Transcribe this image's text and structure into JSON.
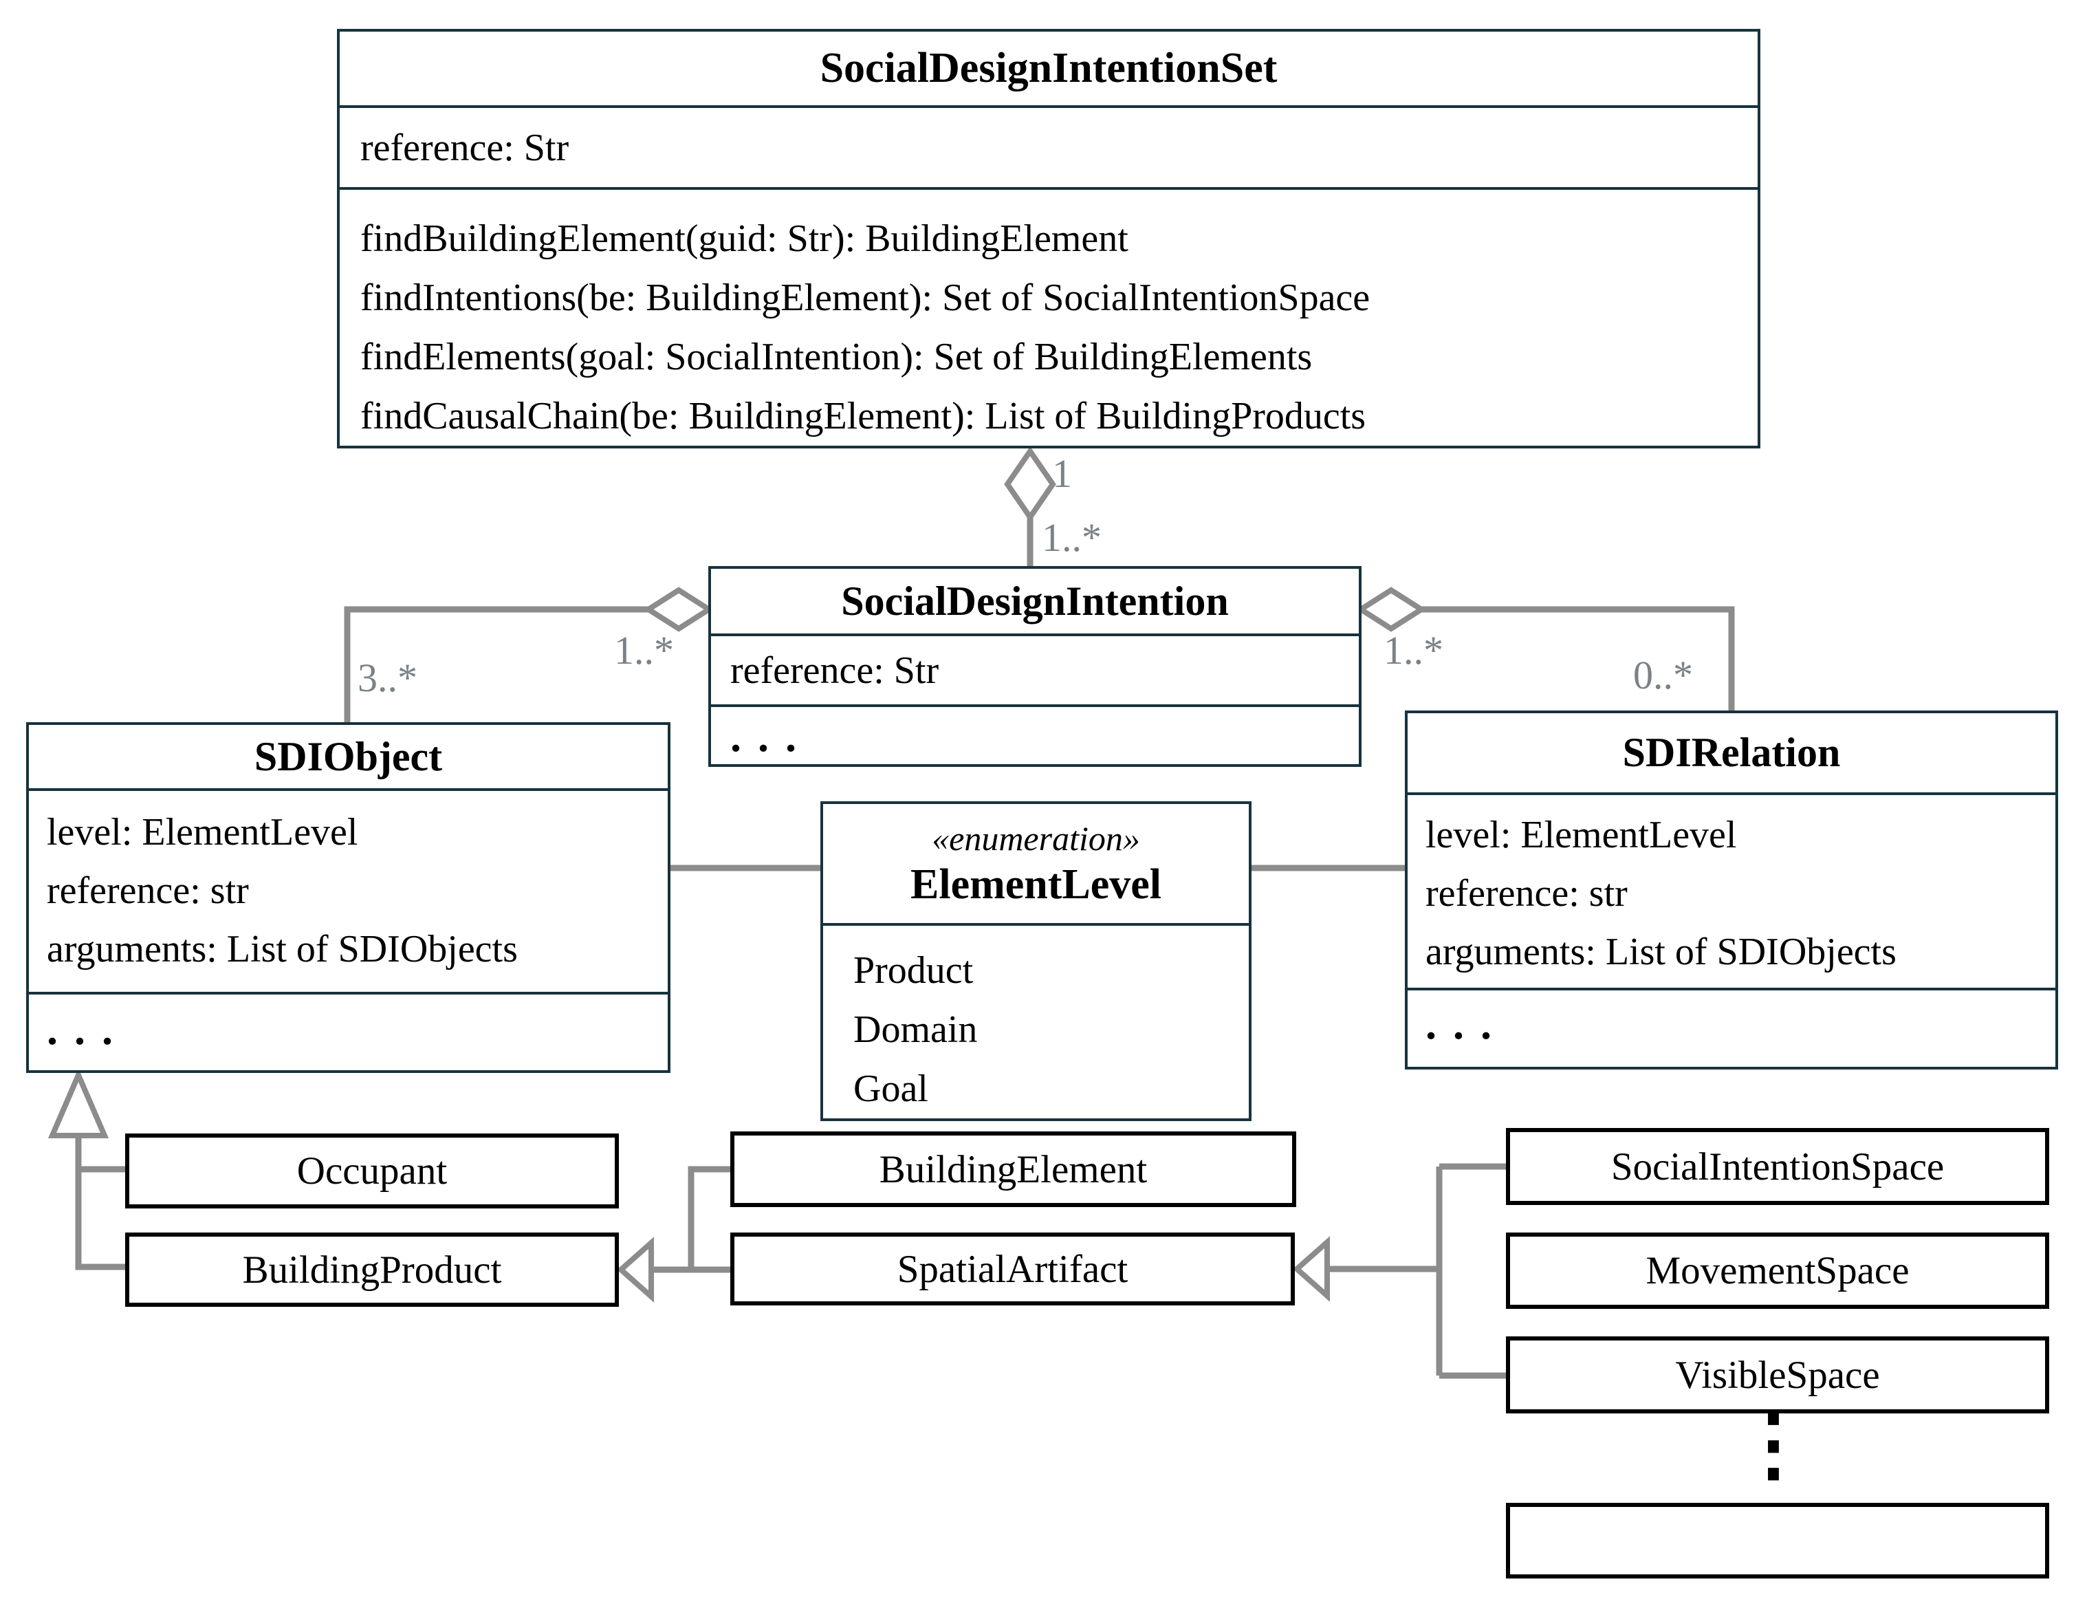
{
  "colors": {
    "class_border": "#17333d",
    "simple_border": "#000000",
    "connector_gray": "#8c8c8c",
    "multiplicity_gray": "#7a8288",
    "background": "#ffffff",
    "text": "#000000"
  },
  "classes": {
    "set": {
      "name": "SocialDesignIntentionSet",
      "attributes": [
        "reference: Str"
      ],
      "methods": [
        "findBuildingElement(guid: Str): BuildingElement",
        "findIntentions(be: BuildingElement): Set of SocialIntentionSpace",
        "findElements(goal: SocialIntention): Set of BuildingElements",
        "findCausalChain(be: BuildingElement): List of BuildingProducts"
      ]
    },
    "intention": {
      "name": "SocialDesignIntention",
      "attributes": [
        "reference: Str"
      ],
      "methods_ellipsis": "..."
    },
    "sdi_object": {
      "name": "SDIObject",
      "attributes": [
        "level: ElementLevel",
        "reference: str",
        "arguments: List of SDIObjects"
      ],
      "methods_ellipsis": "..."
    },
    "element_level": {
      "stereotype": "«enumeration»",
      "name": "ElementLevel",
      "literals": [
        "Product",
        "Domain",
        "Goal"
      ]
    },
    "sdi_relation": {
      "name": "SDIRelation",
      "attributes": [
        "level: ElementLevel",
        "reference: str",
        "arguments: List of SDIObjects"
      ],
      "methods_ellipsis": "..."
    }
  },
  "subclasses": {
    "occupant": "Occupant",
    "building_product": "BuildingProduct",
    "building_element": "BuildingElement",
    "spatial_artifact": "SpatialArtifact",
    "social_intention_space": "SocialIntentionSpace",
    "movement_space": "MovementSpace",
    "visible_space": "VisibleSpace",
    "unnamed": ""
  },
  "multiplicities": {
    "set_whole": "1",
    "set_part": "1..*",
    "object_whole": "1..*",
    "object_part": "3..*",
    "relation_whole": "1..*",
    "relation_part": "0..*"
  },
  "vertical_ellipsis": "⋮"
}
